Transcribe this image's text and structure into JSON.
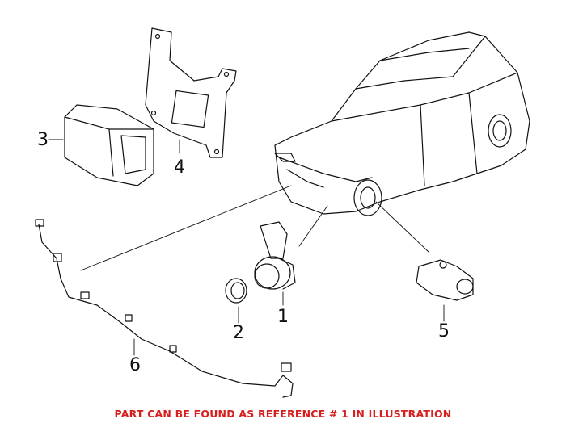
{
  "callouts": {
    "c1": "1",
    "c2": "2",
    "c3": "3",
    "c4": "4",
    "c5": "5",
    "c6": "6"
  },
  "note": "PART CAN BE FOUND AS REFERENCE # 1 IN ILLUSTRATION",
  "colors": {
    "note": "#d61f1f",
    "line": "#111111"
  }
}
